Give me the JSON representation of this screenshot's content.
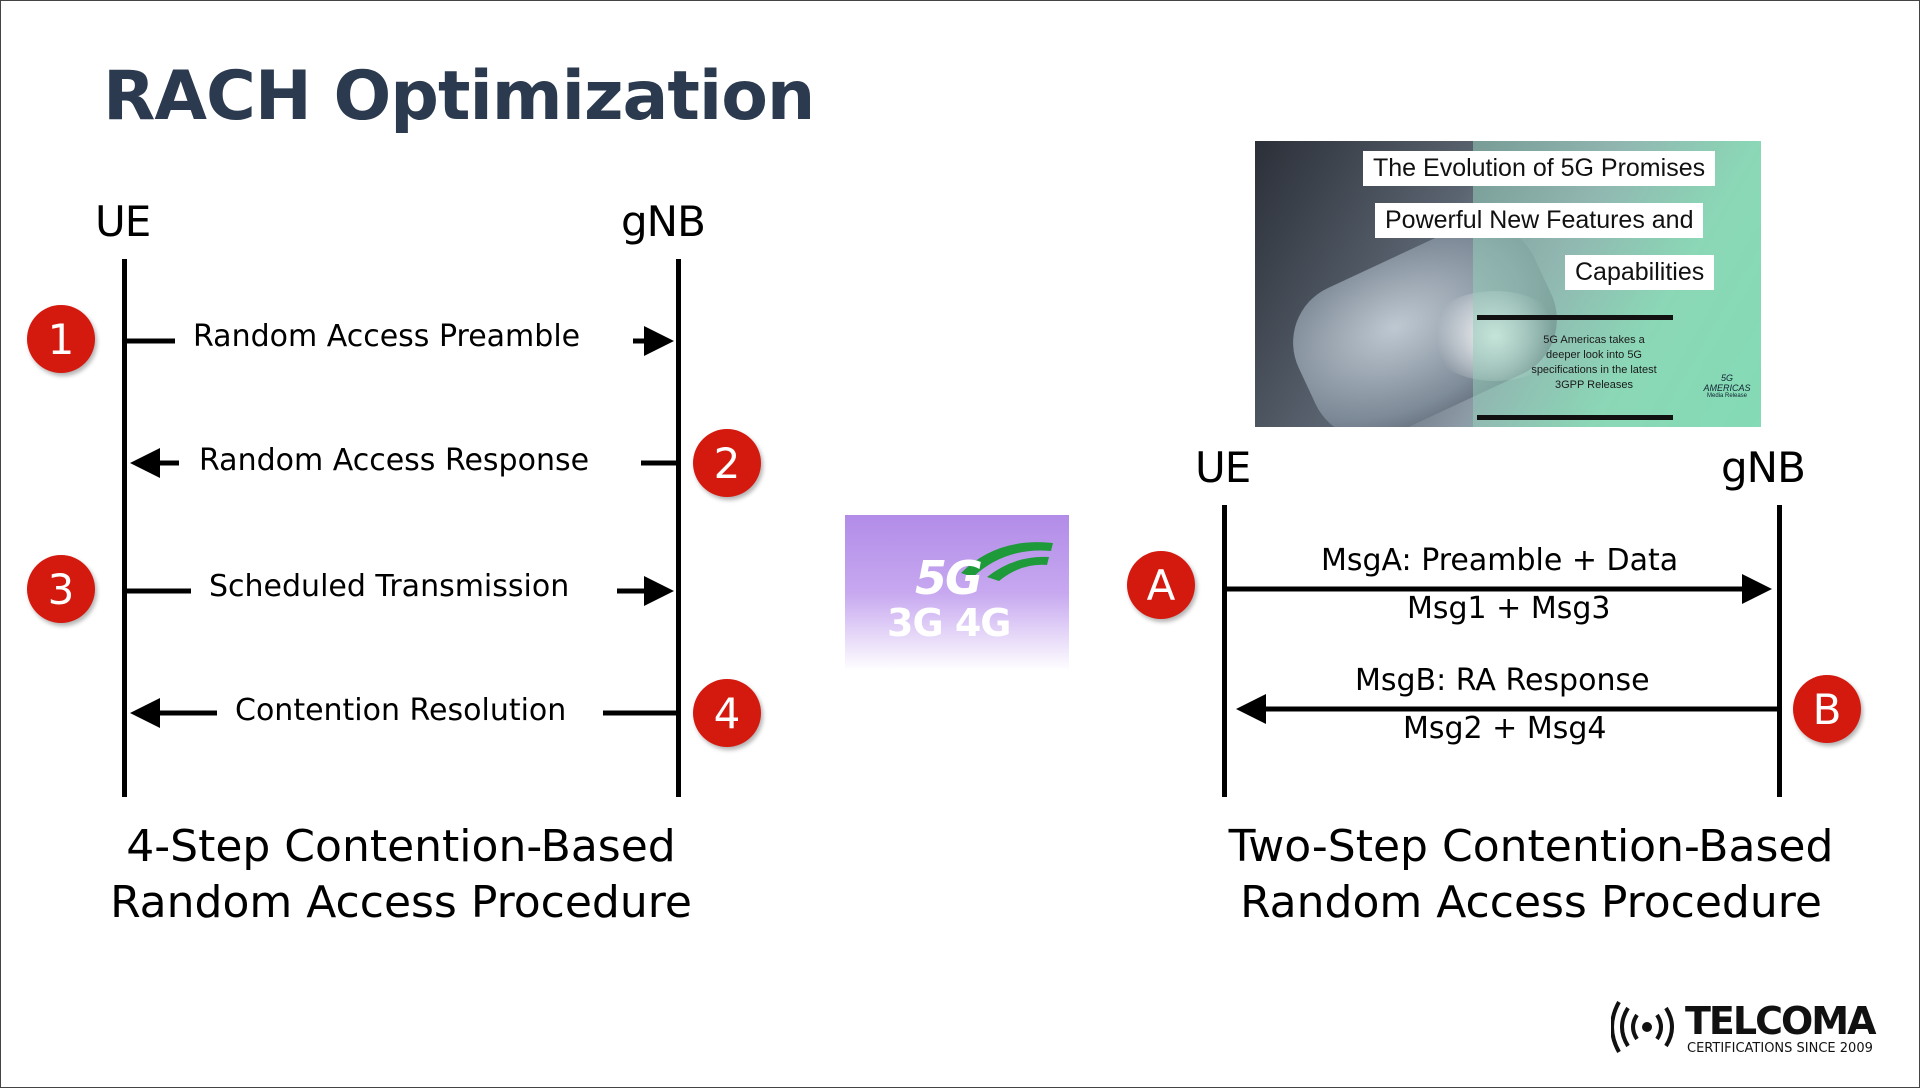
{
  "title": "RACH Optimization",
  "four_step": {
    "ue_label": "UE",
    "gnb_label": "gNB",
    "steps": [
      {
        "badge": "1",
        "label": "Random Access Preamble",
        "direction": "ue-to-gnb"
      },
      {
        "badge": "2",
        "label": "Random Access Response",
        "direction": "gnb-to-ue"
      },
      {
        "badge": "3",
        "label": "Scheduled Transmission",
        "direction": "ue-to-gnb"
      },
      {
        "badge": "4",
        "label": "Contention Resolution",
        "direction": "gnb-to-ue"
      }
    ],
    "caption_line1": "4-Step Contention-Based",
    "caption_line2": "Random Access Procedure"
  },
  "two_step": {
    "ue_label": "UE",
    "gnb_label": "gNB",
    "msgs": [
      {
        "badge": "A",
        "label_top": "MsgA: Preamble + Data",
        "label_bottom": "Msg1 + Msg3",
        "direction": "ue-to-gnb"
      },
      {
        "badge": "B",
        "label_top": "MsgB: RA Response",
        "label_bottom": "Msg2 + Msg4",
        "direction": "gnb-to-ue"
      }
    ],
    "caption_line1": "Two-Step Contention-Based",
    "caption_line2": "Random Access Procedure"
  },
  "promo": {
    "headline_1": "The Evolution of 5G Promises",
    "headline_2": "Powerful New Features and",
    "headline_3": "Capabilities",
    "description": "5G Americas takes a\ndeeper look into 5G\nspecifications in the latest\n3GPP Releases",
    "logo_text": "5G AMERICAS",
    "logo_sub": "Media Release"
  },
  "network_badge": {
    "gen_main": "5G",
    "gen_secondary": "3G 4G",
    "swoosh_color": "#1f9a3a"
  },
  "brand": {
    "name": "TELCOMA",
    "tagline": "CERTIFICATIONS SINCE 2009"
  },
  "colors": {
    "title": "#2b3a4e",
    "badge_red": "#d4190f",
    "line": "#000000"
  }
}
